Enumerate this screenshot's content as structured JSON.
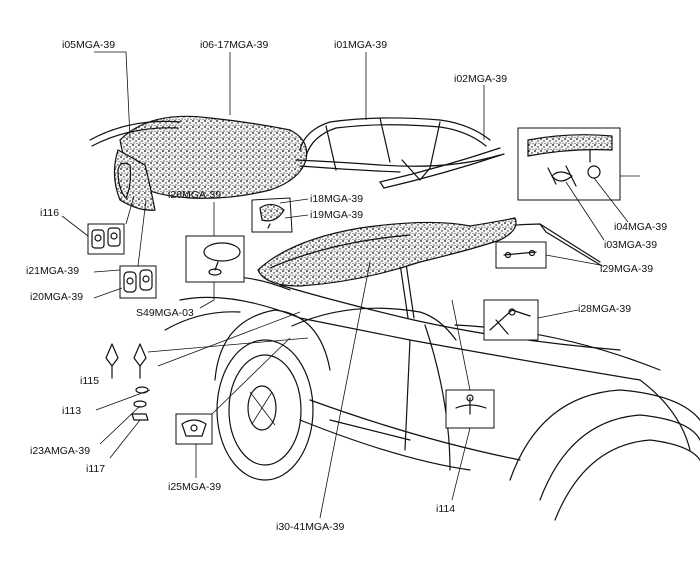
{
  "labels": {
    "i05": "i05MGA-39",
    "i06_17": "i06-17MGA-39",
    "i01": "i01MGA-39",
    "i02": "i02MGA-39",
    "i26": "i26MGA-39",
    "i18": "i18MGA-39",
    "i19": "i19MGA-39",
    "i116": "i116",
    "i21": "i21MGA-39",
    "i20": "i20MGA-39",
    "s49": "S49MGA-03",
    "i04": "i04MGA-39",
    "i03": "i03MGA-39",
    "i29": "i29MGA-39",
    "i28": "i28MGA-39",
    "i115": "i115",
    "i113": "i113",
    "i23a": "i23AMGA-39",
    "i117": "i117",
    "i25": "i25MGA-39",
    "i114": "i114",
    "i30_41": "i30-41MGA-39"
  },
  "colors": {
    "ink": "#111111",
    "paper": "#ffffff"
  }
}
